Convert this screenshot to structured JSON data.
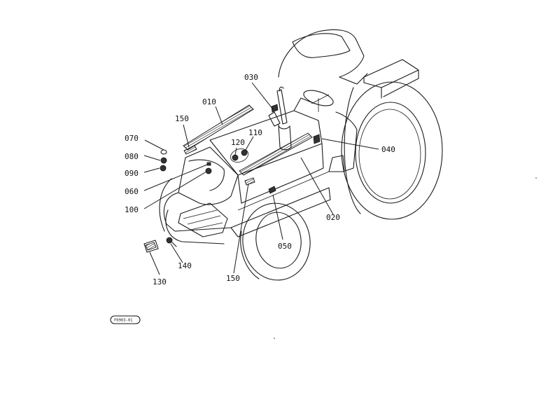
{
  "callouts": {
    "p010": "010",
    "p020": "020",
    "p030": "030",
    "p040": "040",
    "p050": "050",
    "p060": "060",
    "p070": "070",
    "p080": "080",
    "p090": "090",
    "p100": "100",
    "p110": "110",
    "p120": "120",
    "p130": "130",
    "p140": "140",
    "p150a": "150",
    "p150b": "150"
  },
  "figure_code": "F0903-01"
}
